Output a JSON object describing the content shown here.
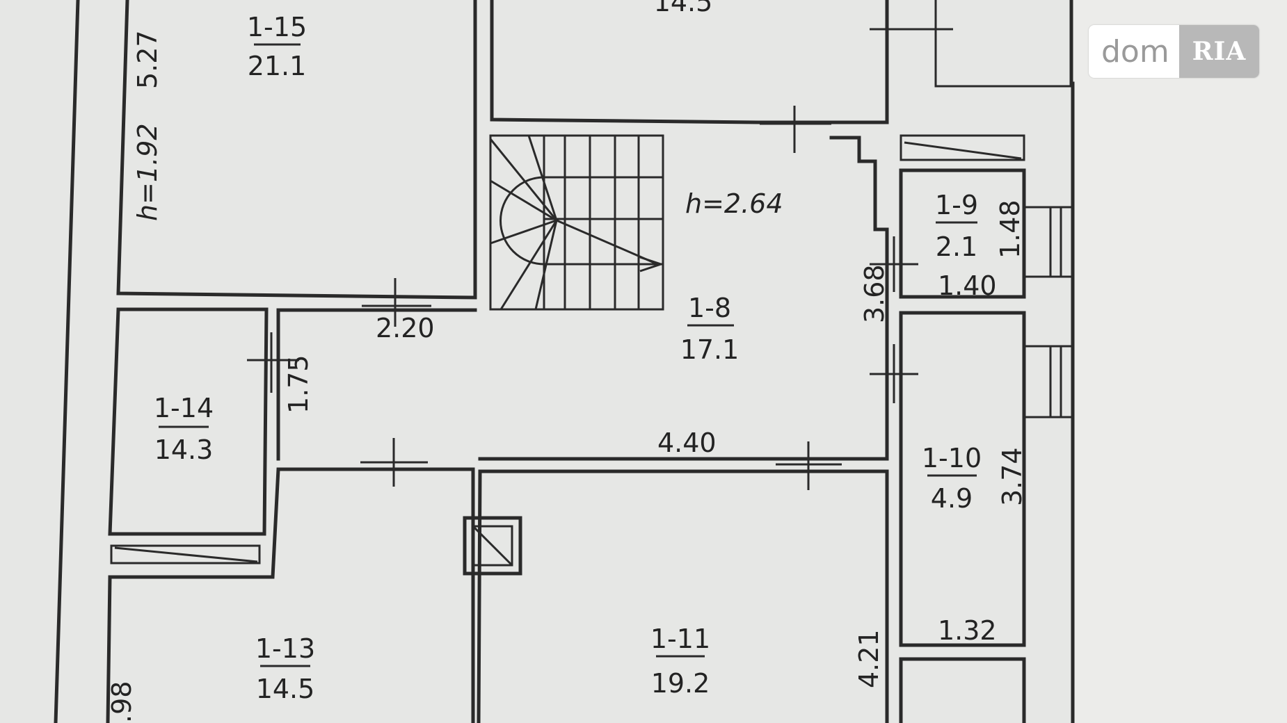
{
  "plan": {
    "rooms": [
      {
        "id": "1-15",
        "area": "21.1"
      },
      {
        "id": "1-14",
        "area": "14.3"
      },
      {
        "id": "1-13",
        "area": "14.5"
      },
      {
        "id": "1-8",
        "area": "17.1"
      },
      {
        "id": "1-9",
        "area": "2.1"
      },
      {
        "id": "1-10",
        "area": "4.9"
      },
      {
        "id": "1-11",
        "area": "19.2"
      }
    ],
    "partial_area_top": "14.5",
    "heights": {
      "left": "h=1.92",
      "hall": "h=2.64"
    },
    "dimensions": {
      "d527": "5.27",
      "d220": "2.20",
      "d175": "1.75",
      "d440": "4.40",
      "d368": "3.68",
      "d148": "1.48",
      "d140": "1.40",
      "d374": "3.74",
      "d132": "1.32",
      "d421": "4.21",
      "d98": ".98"
    }
  },
  "watermark": {
    "left": "dom",
    "right": "RIA"
  }
}
